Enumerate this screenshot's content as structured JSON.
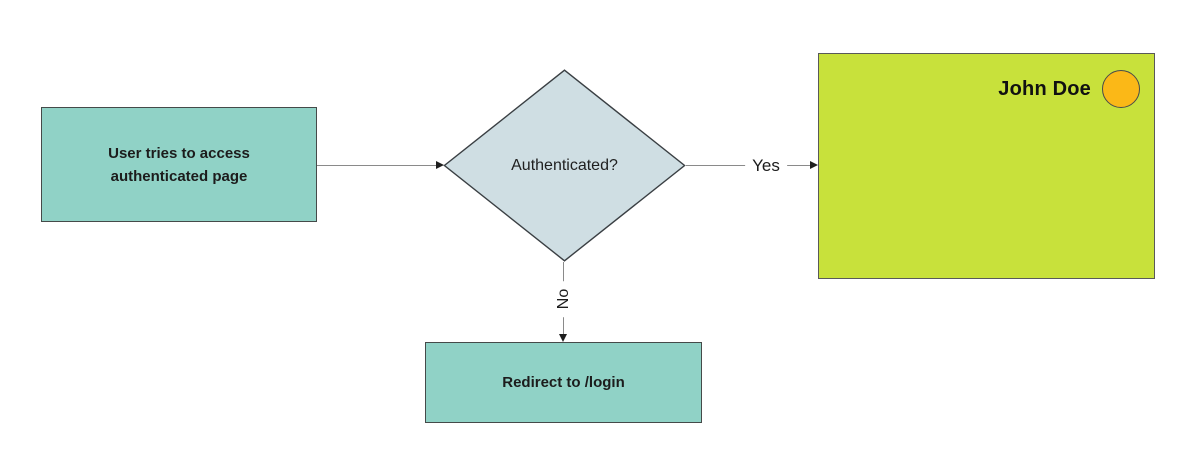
{
  "diagram": {
    "type": "flowchart",
    "nodes": {
      "start": {
        "label": "User tries to access authenticated page",
        "shape": "rectangle",
        "fill": "#90D2C6",
        "border": "#454A49"
      },
      "decision": {
        "label": "Authenticated?",
        "shape": "diamond",
        "fill": "#CFDEE3",
        "border": "#3A3F43"
      },
      "success": {
        "label": "John Doe",
        "shape": "rectangle",
        "fill": "#C8E13B",
        "border": "#595959",
        "avatar_icon": "avatar-circle",
        "avatar_color": "#FBB817"
      },
      "redirect": {
        "label": "Redirect to /login",
        "shape": "rectangle",
        "fill": "#90D2C6",
        "border": "#454A49"
      }
    },
    "edges": [
      {
        "from": "start",
        "to": "decision",
        "label": ""
      },
      {
        "from": "decision",
        "to": "success",
        "label": "Yes"
      },
      {
        "from": "decision",
        "to": "redirect",
        "label": "No"
      }
    ],
    "colors": {
      "background": "#FFFFFF",
      "connector": "#8A8A8A",
      "arrowhead": "#1E1E1E",
      "text": "#1C1C1C"
    }
  }
}
